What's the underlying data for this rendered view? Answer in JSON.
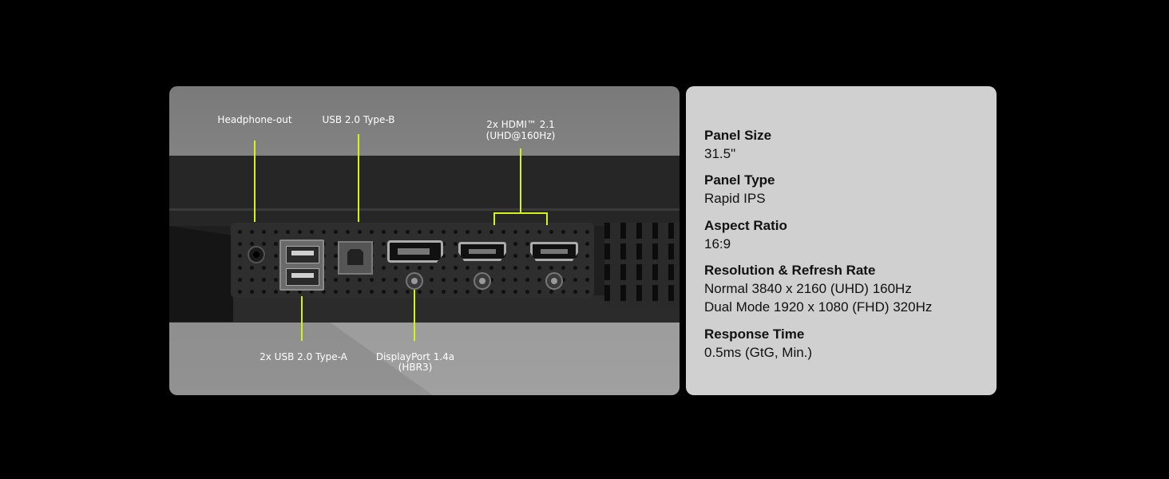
{
  "ports": {
    "headphone_out": "Headphone-out",
    "usb_b": "USB 2.0 Type-B",
    "hdmi_line1": "2x HDMI™ 2.1",
    "hdmi_line2": "(UHD@160Hz)",
    "usb_a": "2x USB 2.0 Type-A",
    "dp_line1": "DisplayPort 1.4a",
    "dp_line2": "(HBR3)"
  },
  "accent_color": "#d6f21c",
  "specs": [
    {
      "label": "Panel Size",
      "values": [
        "31.5\""
      ]
    },
    {
      "label": "Panel Type",
      "values": [
        "Rapid IPS"
      ]
    },
    {
      "label": "Aspect Ratio",
      "values": [
        "16:9"
      ]
    },
    {
      "label": "Resolution & Refresh Rate",
      "values": [
        "Normal 3840 x 2160 (UHD) 160Hz",
        "Dual Mode 1920 x 1080 (FHD) 320Hz"
      ]
    },
    {
      "label": "Response Time",
      "values": [
        "0.5ms (GtG, Min.)"
      ]
    }
  ]
}
